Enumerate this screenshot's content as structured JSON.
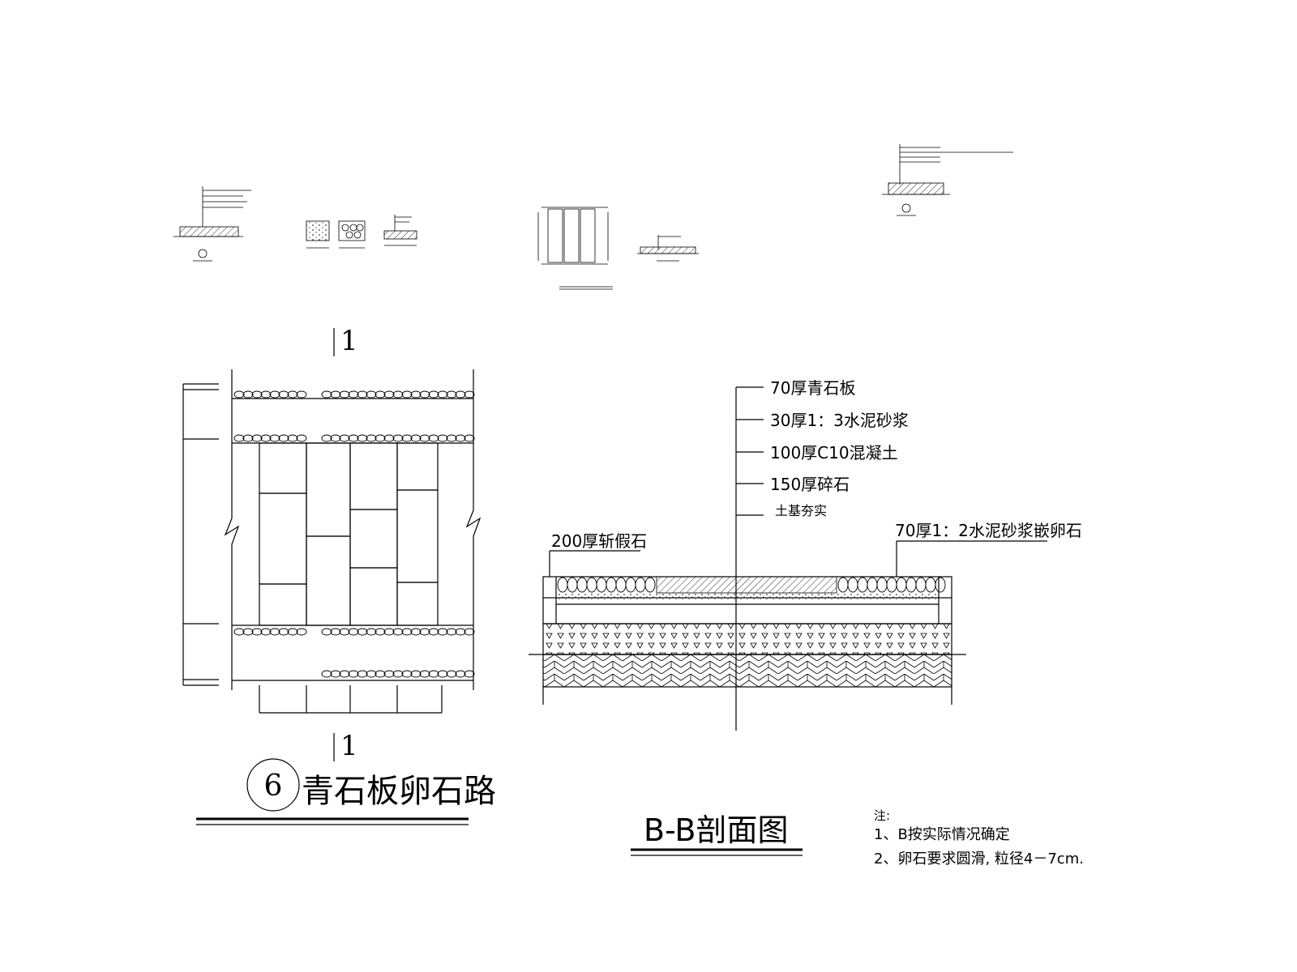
{
  "plan": {
    "section_marker": "1",
    "detail_number": "6",
    "title": "青石板卵石路"
  },
  "section": {
    "title": "B-B剖面图",
    "layers": [
      "70厚青石板",
      "30厚1：3水泥砂浆",
      "100厚C10混凝土",
      "150厚碎石",
      "土基夯实"
    ],
    "left_label": "200厚斩假石",
    "right_label": "70厚1：2水泥砂浆嵌卵石"
  },
  "notes": {
    "heading": "注:",
    "items": [
      "1、B按实际情况确定",
      "2、卵石要求圆滑, 粒径4－7cm."
    ]
  }
}
